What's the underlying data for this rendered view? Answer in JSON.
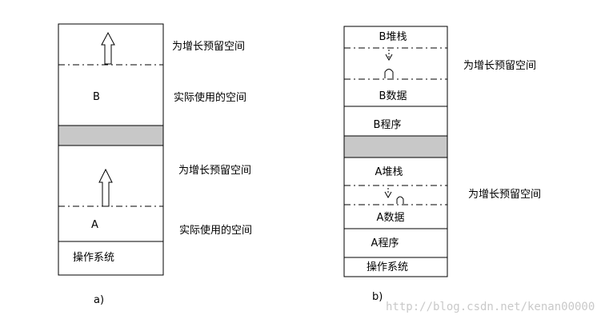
{
  "diagram_a": {
    "reserve_top": "为增长预留空间",
    "label_b": "B",
    "used_b": "实际使用的空间",
    "reserve_bottom": "为增长预留空间",
    "label_a": "A",
    "used_a": "实际使用的空间",
    "os": "操作系统",
    "caption": "a)"
  },
  "diagram_b": {
    "b_stack": "B堆栈",
    "reserve_top": "为增长预留空间",
    "b_data": "B数据",
    "b_program": "B程序",
    "a_stack": "A堆栈",
    "reserve_bottom": "为增长预留空间",
    "a_data": "A数据",
    "a_program": "A程序",
    "os": "操作系统",
    "caption": "b)"
  },
  "watermark": "http://blog.csdn.net/kenan00000",
  "colors": {
    "shaded": "#c8c8c8",
    "line": "#000000",
    "watermark": "#c9c9c9"
  }
}
